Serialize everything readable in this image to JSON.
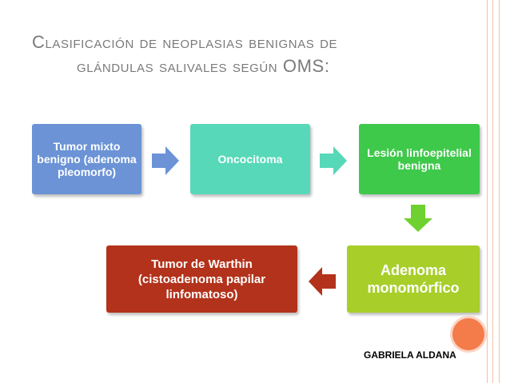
{
  "title": {
    "line1": "Clasificación de neoplasias benignas de",
    "line2": "glándulas salivales según OMS:"
  },
  "diagram": {
    "nodes": [
      {
        "label": "Tumor mixto benigno (adenoma pleomorfo)",
        "color": "#6b93d6"
      },
      {
        "label": "Oncocitoma",
        "color": "#57d8b8"
      },
      {
        "label": "Lesión linfoepitelial benigna",
        "color": "#3ec94a"
      },
      {
        "label": "Adenoma monomórfico",
        "color": "#a8ce2a"
      },
      {
        "label": "Tumor de Warthin (cistoadenoma papilar linfomatoso)",
        "color": "#b3321b"
      }
    ],
    "arrows": [
      {
        "color": "#6b93d6",
        "direction": "right"
      },
      {
        "color": "#57d8b8",
        "direction": "right"
      },
      {
        "color": "#6fd12f",
        "direction": "down"
      },
      {
        "color": "#b3321b",
        "direction": "left"
      }
    ]
  },
  "author": "GABRIELA ALDANA",
  "colors": {
    "title": "#7a7a7a",
    "accent_circle": "#f47b4a",
    "deco_lines": "#f3c0a8"
  }
}
